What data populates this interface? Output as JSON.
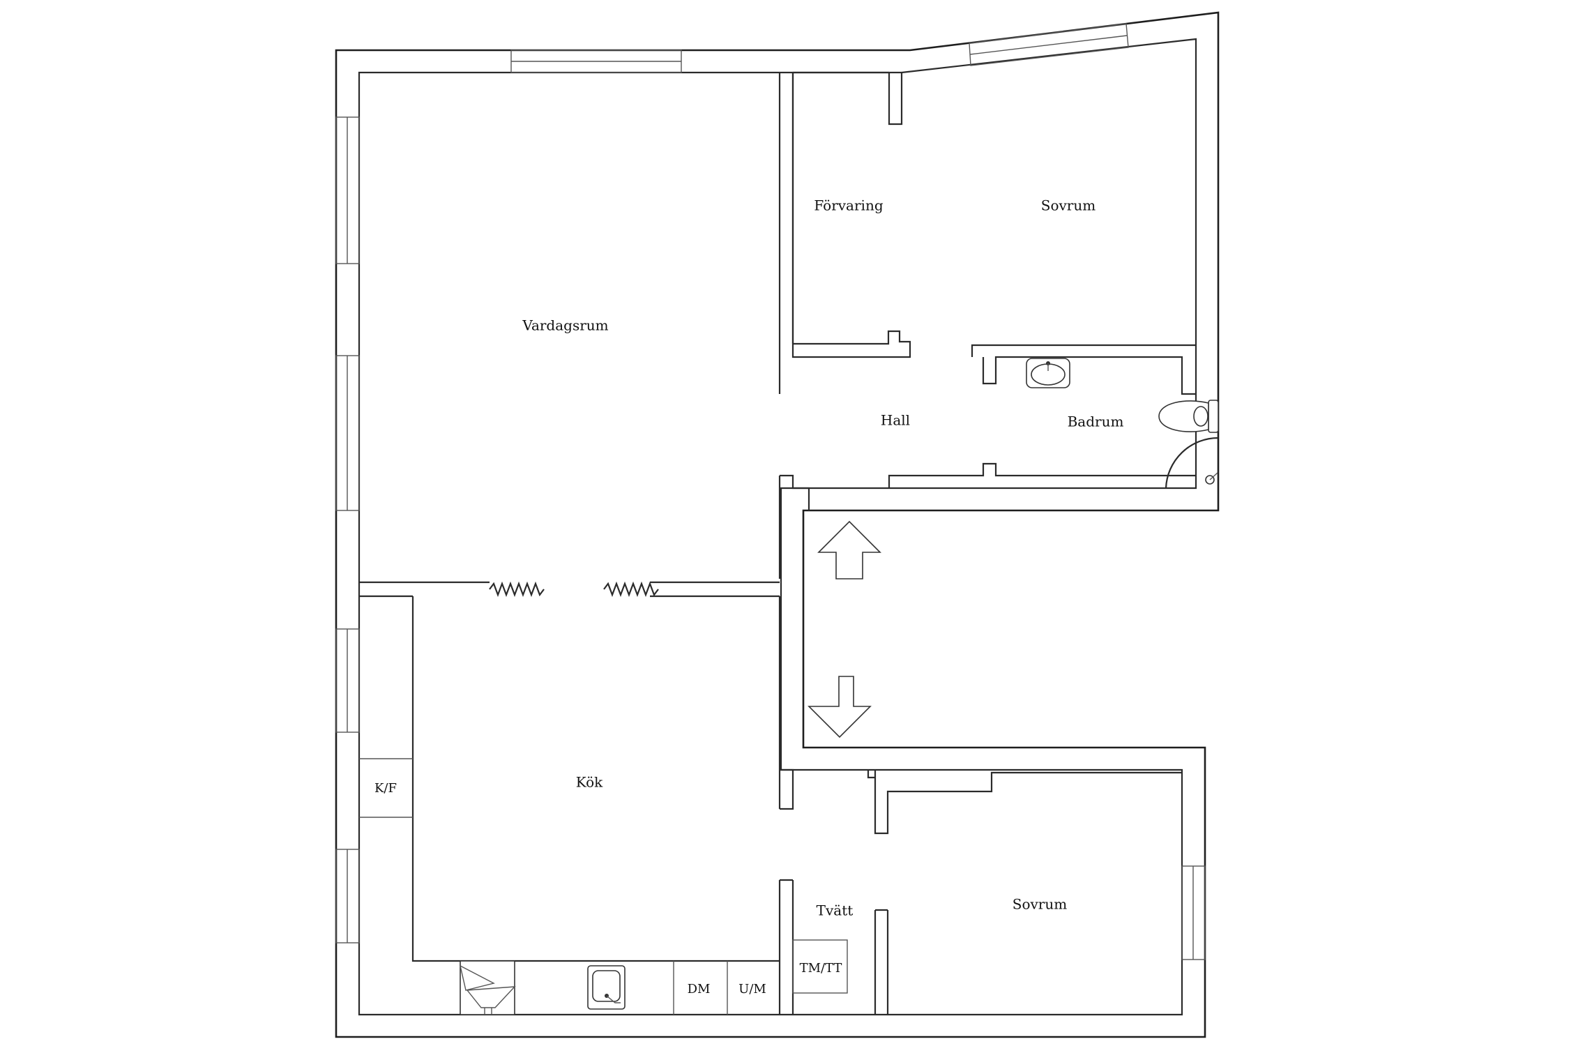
{
  "rooms": {
    "vardagsrum": "Vardagsrum",
    "forvaring": "Förvaring",
    "sovrum_1": "Sovrum",
    "hall": "Hall",
    "badrum": "Badrum",
    "kok": "Kök",
    "tvatt": "Tvätt",
    "sovrum_2": "Sovrum"
  },
  "appliances": {
    "kf": "K/F",
    "dm": "DM",
    "um": "U/M",
    "tmtt": "TM/TT"
  },
  "icons": [
    "arrow-up-icon",
    "arrow-down-icon",
    "sink-icon",
    "toilet-icon",
    "shower-icon",
    "stove-icon",
    "kitchen-sink-icon"
  ]
}
